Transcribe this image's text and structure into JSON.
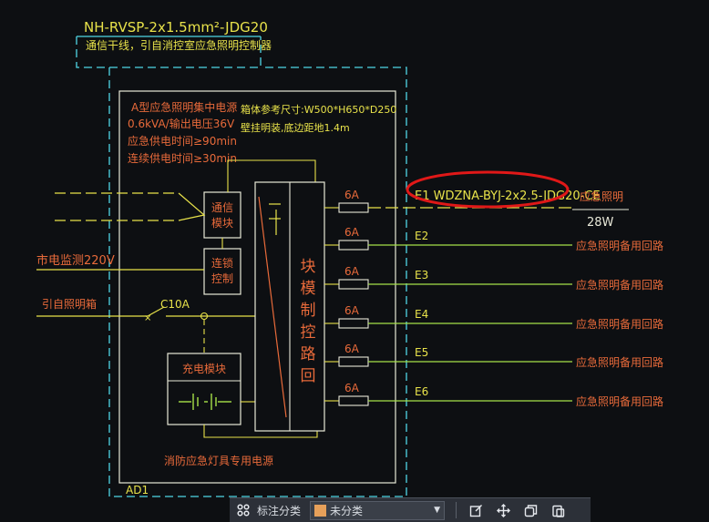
{
  "drawing": {
    "top_cable": "NH-RVSP-2x1.5mm²-JDG20",
    "top_note": "通信干线，引自消控室应急照明控制器",
    "source_title": "A型应急照明集中电源",
    "source_line1": "0.6kVA/输出电压36V",
    "source_line2": "应急供电时间≥90min",
    "source_line3": "连续供电时间≥30min",
    "box_size": "箱体参考尺寸:W500*H650*D250",
    "box_mount": "壁挂明装,底边距地1.4m",
    "comm_module": "通信模块",
    "link_control": "连锁控制",
    "mains_monitor": "市电监测220V",
    "lighting_source": "引自照明箱",
    "breaker": "C10A",
    "charge_module": "充电模块",
    "circuit_module": "回路控制模块",
    "bottom_note": "消防应急灯具专用电源",
    "panel_id": "AD1",
    "fuse_rating": "6A",
    "e1_cable": "E1 WDZNA-BYJ-2x2.5-JDG20-CE",
    "emergency_light": "应急照明",
    "power": "28W",
    "circuits": [
      "E2",
      "E3",
      "E4",
      "E5",
      "E6"
    ],
    "spare_circuit": "应急照明备用回路"
  },
  "toolbar": {
    "grid_icon": "grid-icon",
    "label": "标注分类",
    "select_value": "未分类",
    "swatch_color": "#e6a05a"
  },
  "colors": {
    "frame_cyan": "#4fd6e6",
    "box_white": "#e8e8d8",
    "yellow": "#e8e24a",
    "orange_text": "#e86a3a",
    "red_highlight": "#e01818",
    "green_bus": "#a6e04a"
  }
}
